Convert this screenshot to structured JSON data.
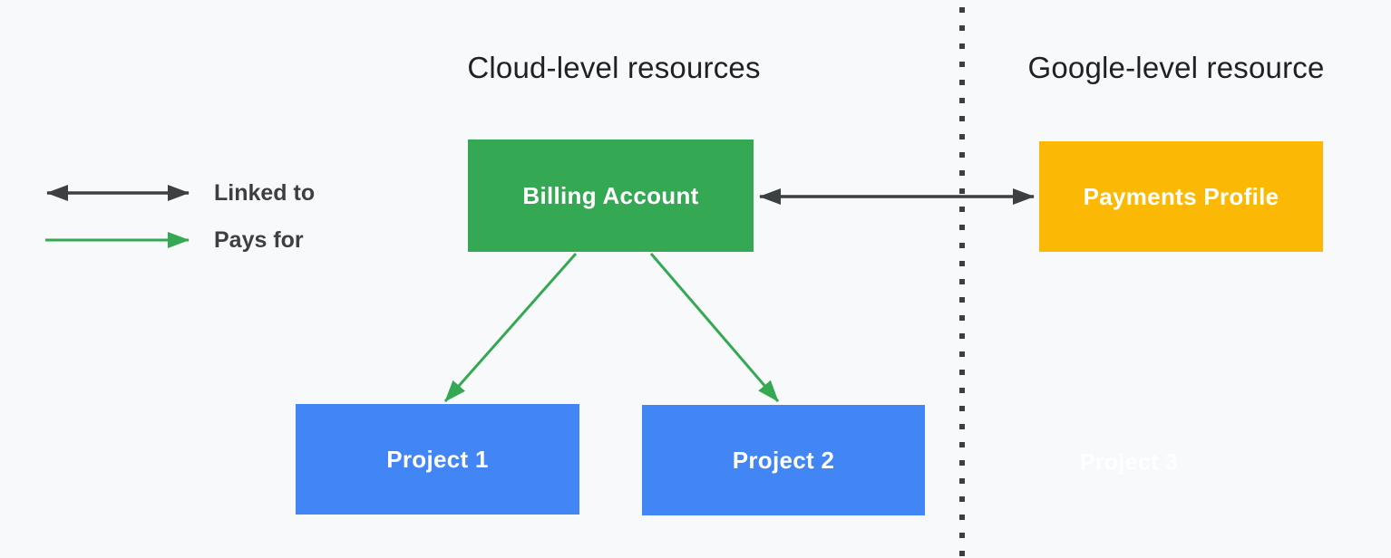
{
  "titles": {
    "left": "Cloud-level resources",
    "right": "Google-level resource"
  },
  "legend": {
    "items": [
      {
        "label": "Linked to",
        "arrow_style": "double-headed-dark-arrow"
      },
      {
        "label": "Pays for",
        "arrow_style": "single-headed-green-arrow"
      }
    ]
  },
  "nodes": {
    "billing_account": {
      "label": "Billing Account",
      "color": "#34A853",
      "section": "cloud-level"
    },
    "payments_profile": {
      "label": "Payments Profile",
      "color": "#FBB905",
      "section": "google-level"
    },
    "project_1": {
      "label": "Project 1",
      "color": "#4285F4",
      "section": "cloud-level"
    },
    "project_2": {
      "label": "Project 2",
      "color": "#4285F4",
      "section": "cloud-level"
    },
    "project_3": {
      "label": "Project 3",
      "color": "#FFFFFF",
      "section": "google-level"
    }
  },
  "edges": [
    {
      "from": "Billing Account",
      "to": "Payments Profile",
      "relation": "Linked to"
    },
    {
      "from": "Billing Account",
      "to": "Project 1",
      "relation": "Pays for"
    },
    {
      "from": "Billing Account",
      "to": "Project 2",
      "relation": "Pays for"
    }
  ],
  "colors": {
    "background": "#F8F9FA",
    "title_text": "#202124",
    "legend_text": "#3C4043",
    "linked_arrow": "#3C4043",
    "pays_arrow": "#34A853",
    "billing_green": "#34A853",
    "project_blue": "#4285F4",
    "payments_yellow": "#FBB905",
    "node_text": "#FFFFFF",
    "divider": "#3C4043"
  }
}
